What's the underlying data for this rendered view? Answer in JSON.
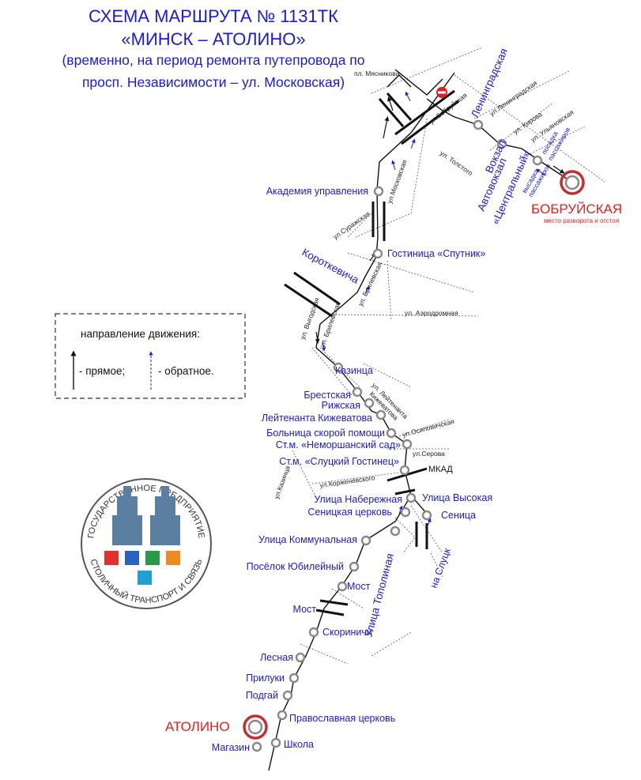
{
  "header": {
    "line1": "СХЕМА МАРШРУТА № 1131ТК",
    "line2": "«МИНСК – АТОЛИНО»",
    "line3": "(временно, на период ремонта путепровода по",
    "line4": "просп. Независимости – ул. Московская)"
  },
  "legend": {
    "title": "направление движения:",
    "forward": "- прямое;",
    "reverse": "- обратное."
  },
  "logo": {
    "text_top": "ГОСУДАРСТВЕННОЕ ПРЕДПРИЯТИЕ",
    "text_bottom": "СТОЛИЧНЫЙ ТРАНСПОРТ И СВЯЗЬ"
  },
  "terminals": {
    "start": "БОБРУЙСКАЯ",
    "start_note": "место разворота и отстоя",
    "end": "АТОЛИНО"
  },
  "stops": {
    "akademiya": "Академия управления",
    "sputnik": "Гостиница «Спутник»",
    "kazinca": "Казинца",
    "brestskaya": "Брестская",
    "rizhskaya": "Рижская",
    "kizhevatova": "Лейтенанта Кижеватова",
    "bolnica": "Больница скорой помощи",
    "nemorshansky": "Ст.м. «Неморшанский сад»",
    "slucky": "Ст.м. «Слуцкий Гостинец»",
    "naberezhnaya": "Улица Набережная",
    "vysokaya": "Улица Высокая",
    "seniczkaya": "Сеницкая церковь",
    "senica": "Сеница",
    "kommunalnaya": "Улица Коммунальная",
    "yubileyny": "Посёлок Юбилейный",
    "most1": "Мост",
    "most2": "Мост",
    "skorinichi": "Скориничи",
    "lesnaya": "Лесная",
    "priluki": "Прилуки",
    "podgay": "Подгай",
    "pravoslavnaya": "Православная церковь",
    "magazin": "Магазин",
    "shkola": "Школа",
    "vokzal": "Вокзал",
    "avtovokzal": "Автовокзал",
    "centralny": "«Центральный»",
    "posadka1": "посадка",
    "posadka1b": "пассажиров",
    "vysadka": "высадка",
    "vysadkab": "пассажиров"
  },
  "streets": {
    "myasnikova": "пл. Мясникова",
    "bobruyskaya": "ул.Бобруйская",
    "leningradskaya_small": "ул.Ленинградская",
    "kirova": "ул. Кирова",
    "ulyanovskaya": "ул. Ульяновская",
    "tolstogo": "ул. Толстого",
    "moskovskaya": "ул.Московская",
    "surazhskaya": "ул.Суражская",
    "brilevskaya": "ул. Брилевская",
    "aerodromnaya": "ул. Аэродромная",
    "brilevskaya2": "ул. Брилевская",
    "vostochnaya": "ул. Выгодская",
    "leitenanta": "ул. Лейтенанта",
    "kizhevatova_st": "Кижеватова",
    "osipovichskaya": "ул.Осиповичская",
    "serova": "ул.Серова",
    "korzhenevskogo": "ул.Корженевского",
    "kazinca_st": "ул.Казинца",
    "mkad": "МКАД",
    "leningradskaya_big": "Ленинградская",
    "korotkevicha": "Короткевича",
    "topolinaya": "Улица Тополиная",
    "na_sluck": "на Слуцк"
  },
  "colors": {
    "stop_label": "#1a1adc",
    "terminal": "#e02020",
    "route": "#111111",
    "reverse_arrow": "#1a1adc"
  }
}
